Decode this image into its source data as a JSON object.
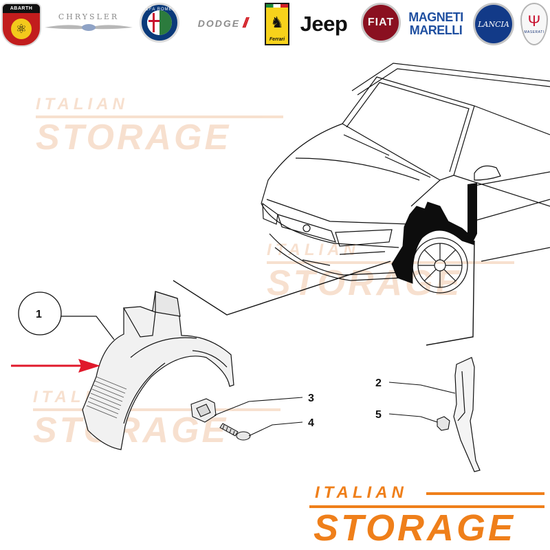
{
  "brands": [
    {
      "name": "ABARTH",
      "icon": "abarth-scorpion-shield-icon"
    },
    {
      "name": "CHRYSLER",
      "icon": "chrysler-wings-icon"
    },
    {
      "name": "ALFA ROMEO",
      "icon": "alfa-romeo-badge-icon"
    },
    {
      "name": "DODGE",
      "icon": "dodge-stripes-icon"
    },
    {
      "name": "Ferrari",
      "icon": "ferrari-prancing-horse-icon"
    },
    {
      "name": "Jeep",
      "icon": "jeep-wordmark-icon"
    },
    {
      "name": "FIAT",
      "icon": "fiat-badge-icon"
    },
    {
      "name": "MAGNETI MARELLI",
      "icon": "magneti-marelli-wordmark-icon"
    },
    {
      "name": "LANCIA",
      "icon": "lancia-badge-icon"
    },
    {
      "name": "MASERATI",
      "icon": "maserati-trident-icon"
    }
  ],
  "brand_text": {
    "abarth": "ABARTH",
    "chrysler": "CHRYSLER",
    "alfa": "ALFA ROMEO",
    "dodge": "DODGE",
    "ferrari": "Ferrari",
    "jeep": "Jeep",
    "fiat": "FIAT",
    "magneti_1": "MAGNETI",
    "magneti_2": "MARELLI",
    "lancia": "LANCIA",
    "maserati": "MASERATI"
  },
  "watermark": {
    "line1": "ITALIAN",
    "line2": "STORAGE",
    "color": "#f2c8a8"
  },
  "main_logo": {
    "line1": "ITALIAN",
    "line2": "STORAGE",
    "color": "#ef7f1a"
  },
  "callouts": {
    "c1": "1",
    "c2": "2",
    "c3": "3",
    "c4": "4",
    "c5": "5"
  },
  "colors": {
    "arrow": "#e0192b",
    "line": "#111111",
    "part_fill": "#f1f1f1"
  }
}
